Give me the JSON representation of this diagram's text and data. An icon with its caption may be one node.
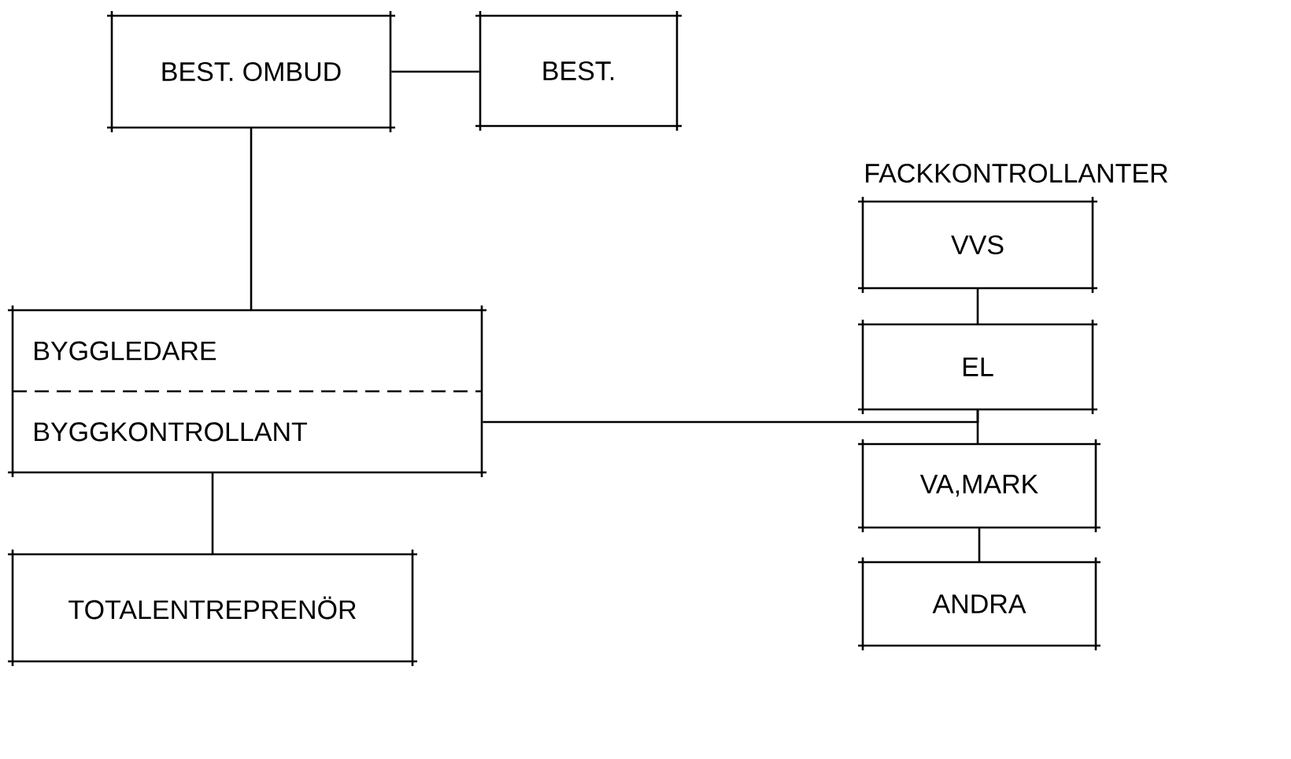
{
  "diagram": {
    "nodes": [
      {
        "text": [
          "BEST. OMBUD"
        ]
      },
      {
        "text": [
          "BEST."
        ]
      },
      {
        "text": [
          "BYGGLEDARE",
          "BYGGKONTROLLANT"
        ]
      },
      {
        "text": [
          "TOTALENTREPRENÖR"
        ]
      },
      {
        "text": [
          "VVS"
        ]
      },
      {
        "text": [
          "EL"
        ]
      },
      {
        "text": [
          "VA,MARK"
        ]
      },
      {
        "text": [
          "ANDRA"
        ]
      }
    ],
    "edges": [
      {
        "from": 0,
        "to": 1,
        "arrow": "none"
      },
      {
        "from": 0,
        "to": 2,
        "arrow": "none"
      },
      {
        "from": 2,
        "to": 3,
        "arrow": "none"
      },
      {
        "from": 4,
        "to": 5,
        "arrow": "none"
      },
      {
        "from": 5,
        "to": 6,
        "arrow": "none"
      },
      {
        "from": 6,
        "to": 7,
        "arrow": "none"
      },
      {
        "from": 2,
        "to": 5,
        "arrow": "none"
      }
    ],
    "labels": [
      "FACKKONTROLLANTER"
    ]
  }
}
